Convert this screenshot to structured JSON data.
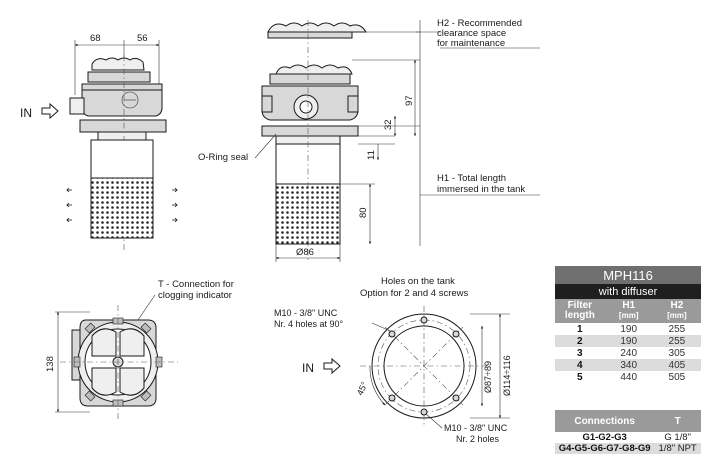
{
  "dimensions": {
    "top_width_left": "68",
    "top_width_right": "56",
    "dim_97": "97",
    "dim_32": "32",
    "dim_11": "11",
    "dim_80": "80",
    "dim_d86": "Ø86",
    "dim_138": "138",
    "dim_d87_89": "Ø87÷89",
    "dim_d114_116": "Ø114÷116",
    "angle_45": "45°"
  },
  "labels": {
    "inlet_left": "IN",
    "inlet_bottom": "IN",
    "h2_line1": "H2 - Recommended",
    "h2_line2": "clearance space",
    "h2_line3": "for maintenance",
    "oring": "O-Ring seal",
    "h1_line1": "H1 - Total length",
    "h1_line2": "immersed in the tank",
    "t_conn_line1": "T - Connection for",
    "t_conn_line2": "clogging indicator",
    "holes_line1": "Holes on the tank",
    "holes_line2": "Option for 2 and 4 screws",
    "m10_4_line1": "M10 - 3/8\" UNC",
    "m10_4_line2": "Nr. 4 holes at 90°",
    "m10_2_line1": "M10 - 3/8\" UNC",
    "m10_2_line2": "Nr. 2 holes"
  },
  "table": {
    "title": "MPH116",
    "subtitle": "with diffuser",
    "headers": {
      "col1_line1": "Filter",
      "col1_line2": "length",
      "col2": "H1",
      "col2_unit": "[mm]",
      "col3": "H2",
      "col3_unit": "[mm]"
    },
    "rows": [
      {
        "length": "1",
        "h1": "190",
        "h2": "255"
      },
      {
        "length": "2",
        "h1": "190",
        "h2": "255"
      },
      {
        "length": "3",
        "h1": "240",
        "h2": "305"
      },
      {
        "length": "4",
        "h1": "340",
        "h2": "405"
      },
      {
        "length": "5",
        "h1": "440",
        "h2": "505"
      }
    ]
  },
  "connections": {
    "header_name": "Connections",
    "header_t": "T",
    "rows": [
      {
        "name": "G1-G2-G3",
        "t": "G 1/8\""
      },
      {
        "name": "G4-G5-G6-G7-G8-G9",
        "t": "1/8\" NPT"
      }
    ]
  }
}
